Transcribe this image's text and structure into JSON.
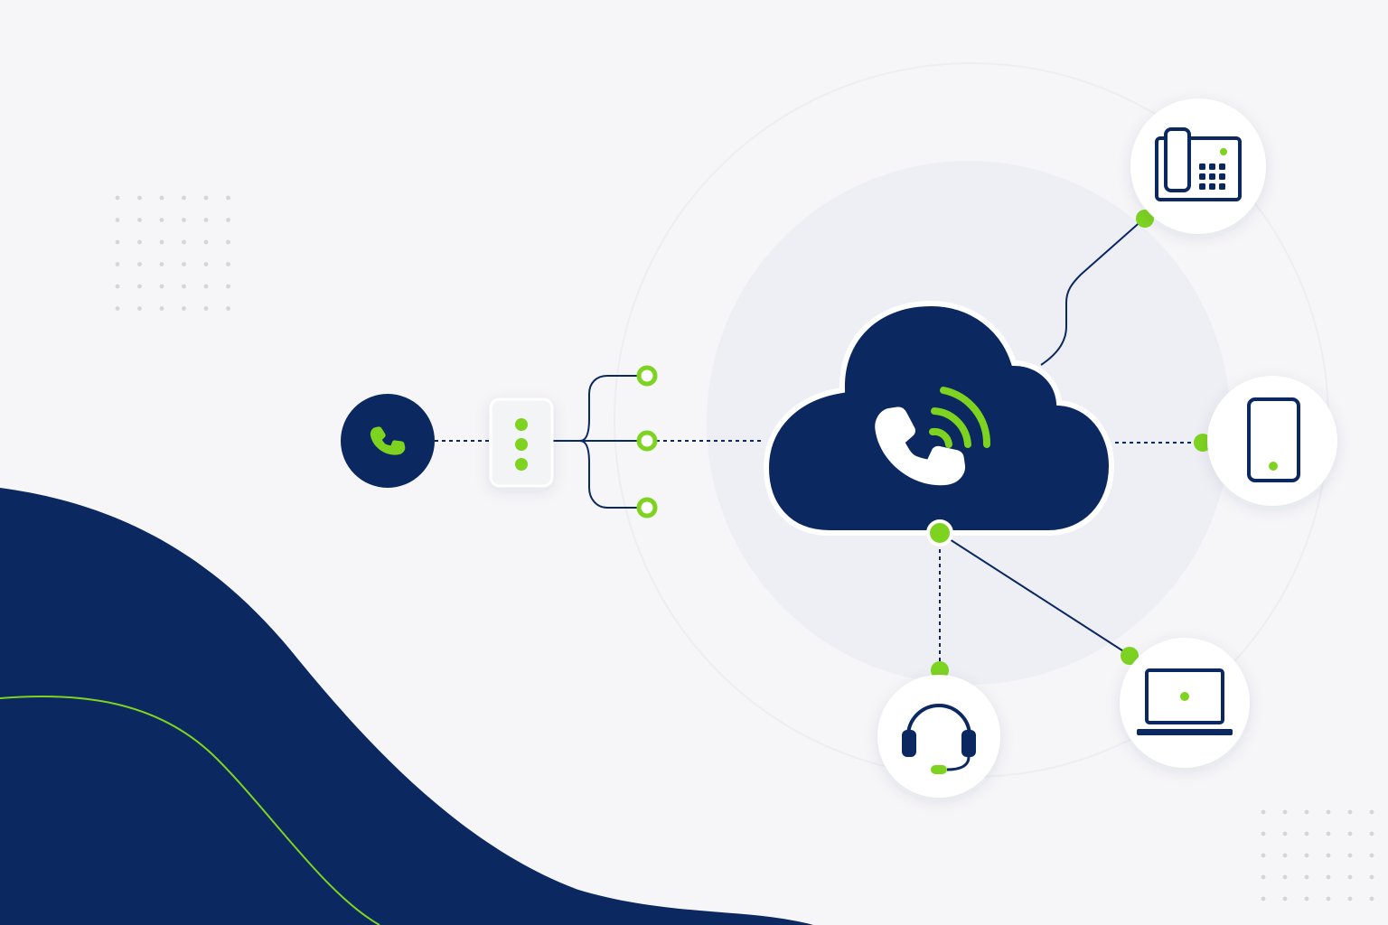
{
  "diagram": {
    "center": {
      "name": "cloud-phone-system"
    },
    "inbound": {
      "name": "incoming-call"
    },
    "router": {
      "name": "call-router",
      "outputs": 3
    },
    "devices": [
      {
        "id": "desk-phone",
        "icon": "desk-phone-icon"
      },
      {
        "id": "mobile",
        "icon": "smartphone-icon"
      },
      {
        "id": "laptop",
        "icon": "laptop-icon"
      },
      {
        "id": "headset",
        "icon": "headset-icon"
      }
    ]
  },
  "colors": {
    "navy": "#0b2860",
    "green": "#7ed321",
    "background": "#f6f6f8",
    "ring": "#eceef3",
    "white": "#ffffff"
  }
}
